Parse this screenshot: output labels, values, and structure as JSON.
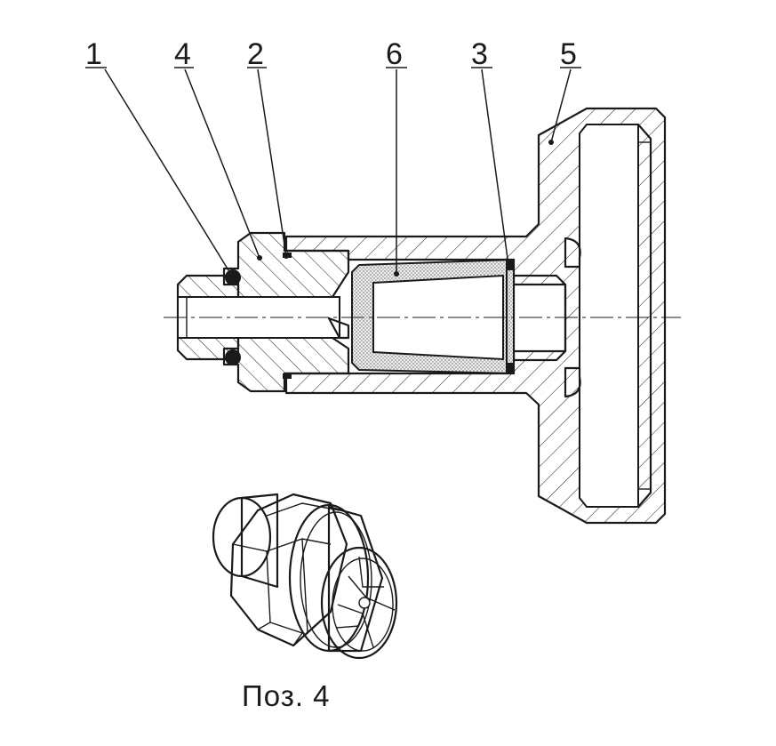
{
  "callouts": [
    {
      "id": "1",
      "label": "1"
    },
    {
      "id": "4",
      "label": "4"
    },
    {
      "id": "2",
      "label": "2"
    },
    {
      "id": "6",
      "label": "6"
    },
    {
      "id": "3",
      "label": "3"
    },
    {
      "id": "5",
      "label": "5"
    }
  ],
  "caption": "Поз. 4",
  "colors": {
    "line": "#1a1a1a",
    "background": "#ffffff",
    "filter_fill": "#e6e6e6"
  }
}
